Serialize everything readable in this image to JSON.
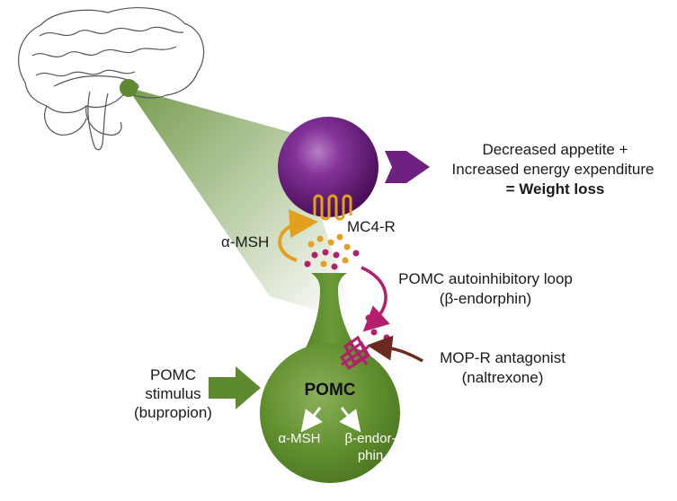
{
  "outcome": {
    "line1": "Decreased appetite +",
    "line2": "Increased energy expenditure",
    "line3": "= Weight loss"
  },
  "receptor_label": "MC4-R",
  "alpha_msh_signal": "α-MSH",
  "loop_label": {
    "line1": "POMC autoinhibitory loop",
    "line2": "(β-endorphin)"
  },
  "antagonist_label": {
    "line1": "MOP-R  antagonist",
    "line2": "(naltrexone)"
  },
  "stimulus_label": {
    "line1": "POMC",
    "line2": "stimulus",
    "line3": "(bupropion)"
  },
  "pomc_cell": {
    "title": "POMC",
    "product1": "α-MSH",
    "product2_line1": "β-endor-",
    "product2_line2": "phin"
  },
  "colors": {
    "pomc_green": "#5d8a2e",
    "purple_neuron": "#6e2180",
    "alpha_msh_orange": "#e3a01e",
    "beta_endorphin_magenta": "#b51e6c",
    "antagonist_brown": "#6b2a1f"
  }
}
